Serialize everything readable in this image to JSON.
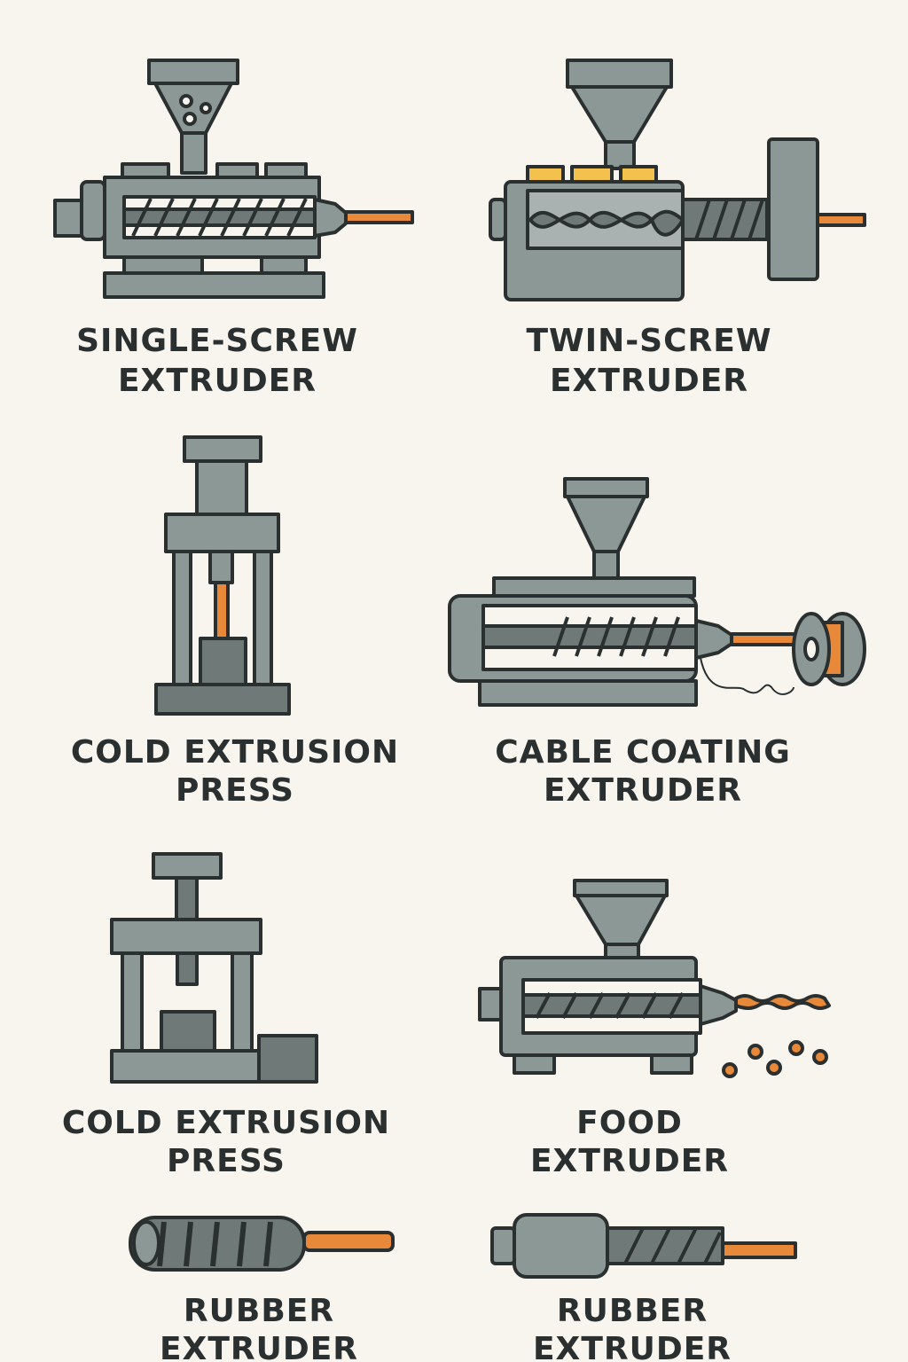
{
  "colors": {
    "background": "#f8f5ef",
    "machine_gray": "#8c9896",
    "outline": "#2a2f2f",
    "accent_orange": "#e8893a",
    "heater_yellow": "#f2c14e"
  },
  "items": [
    {
      "line1": "SINGLE-SCREW",
      "line2": "EXTRUDER"
    },
    {
      "line1": "TWIN-SCREW",
      "line2": "EXTRUDER"
    },
    {
      "line1": "COLD EXTRUSION",
      "line2": "PRESS"
    },
    {
      "line1": "CABLE COATING",
      "line2": "EXTRUDER"
    },
    {
      "line1": "COLD EXTRUSION",
      "line2": "PRESS"
    },
    {
      "line1": "FOOD",
      "line2": "EXTRUDER"
    },
    {
      "line1": "RUBBER",
      "line2": "EXTRUDER"
    },
    {
      "line1": "RUBBER",
      "line2": "EXTRUDER"
    }
  ]
}
